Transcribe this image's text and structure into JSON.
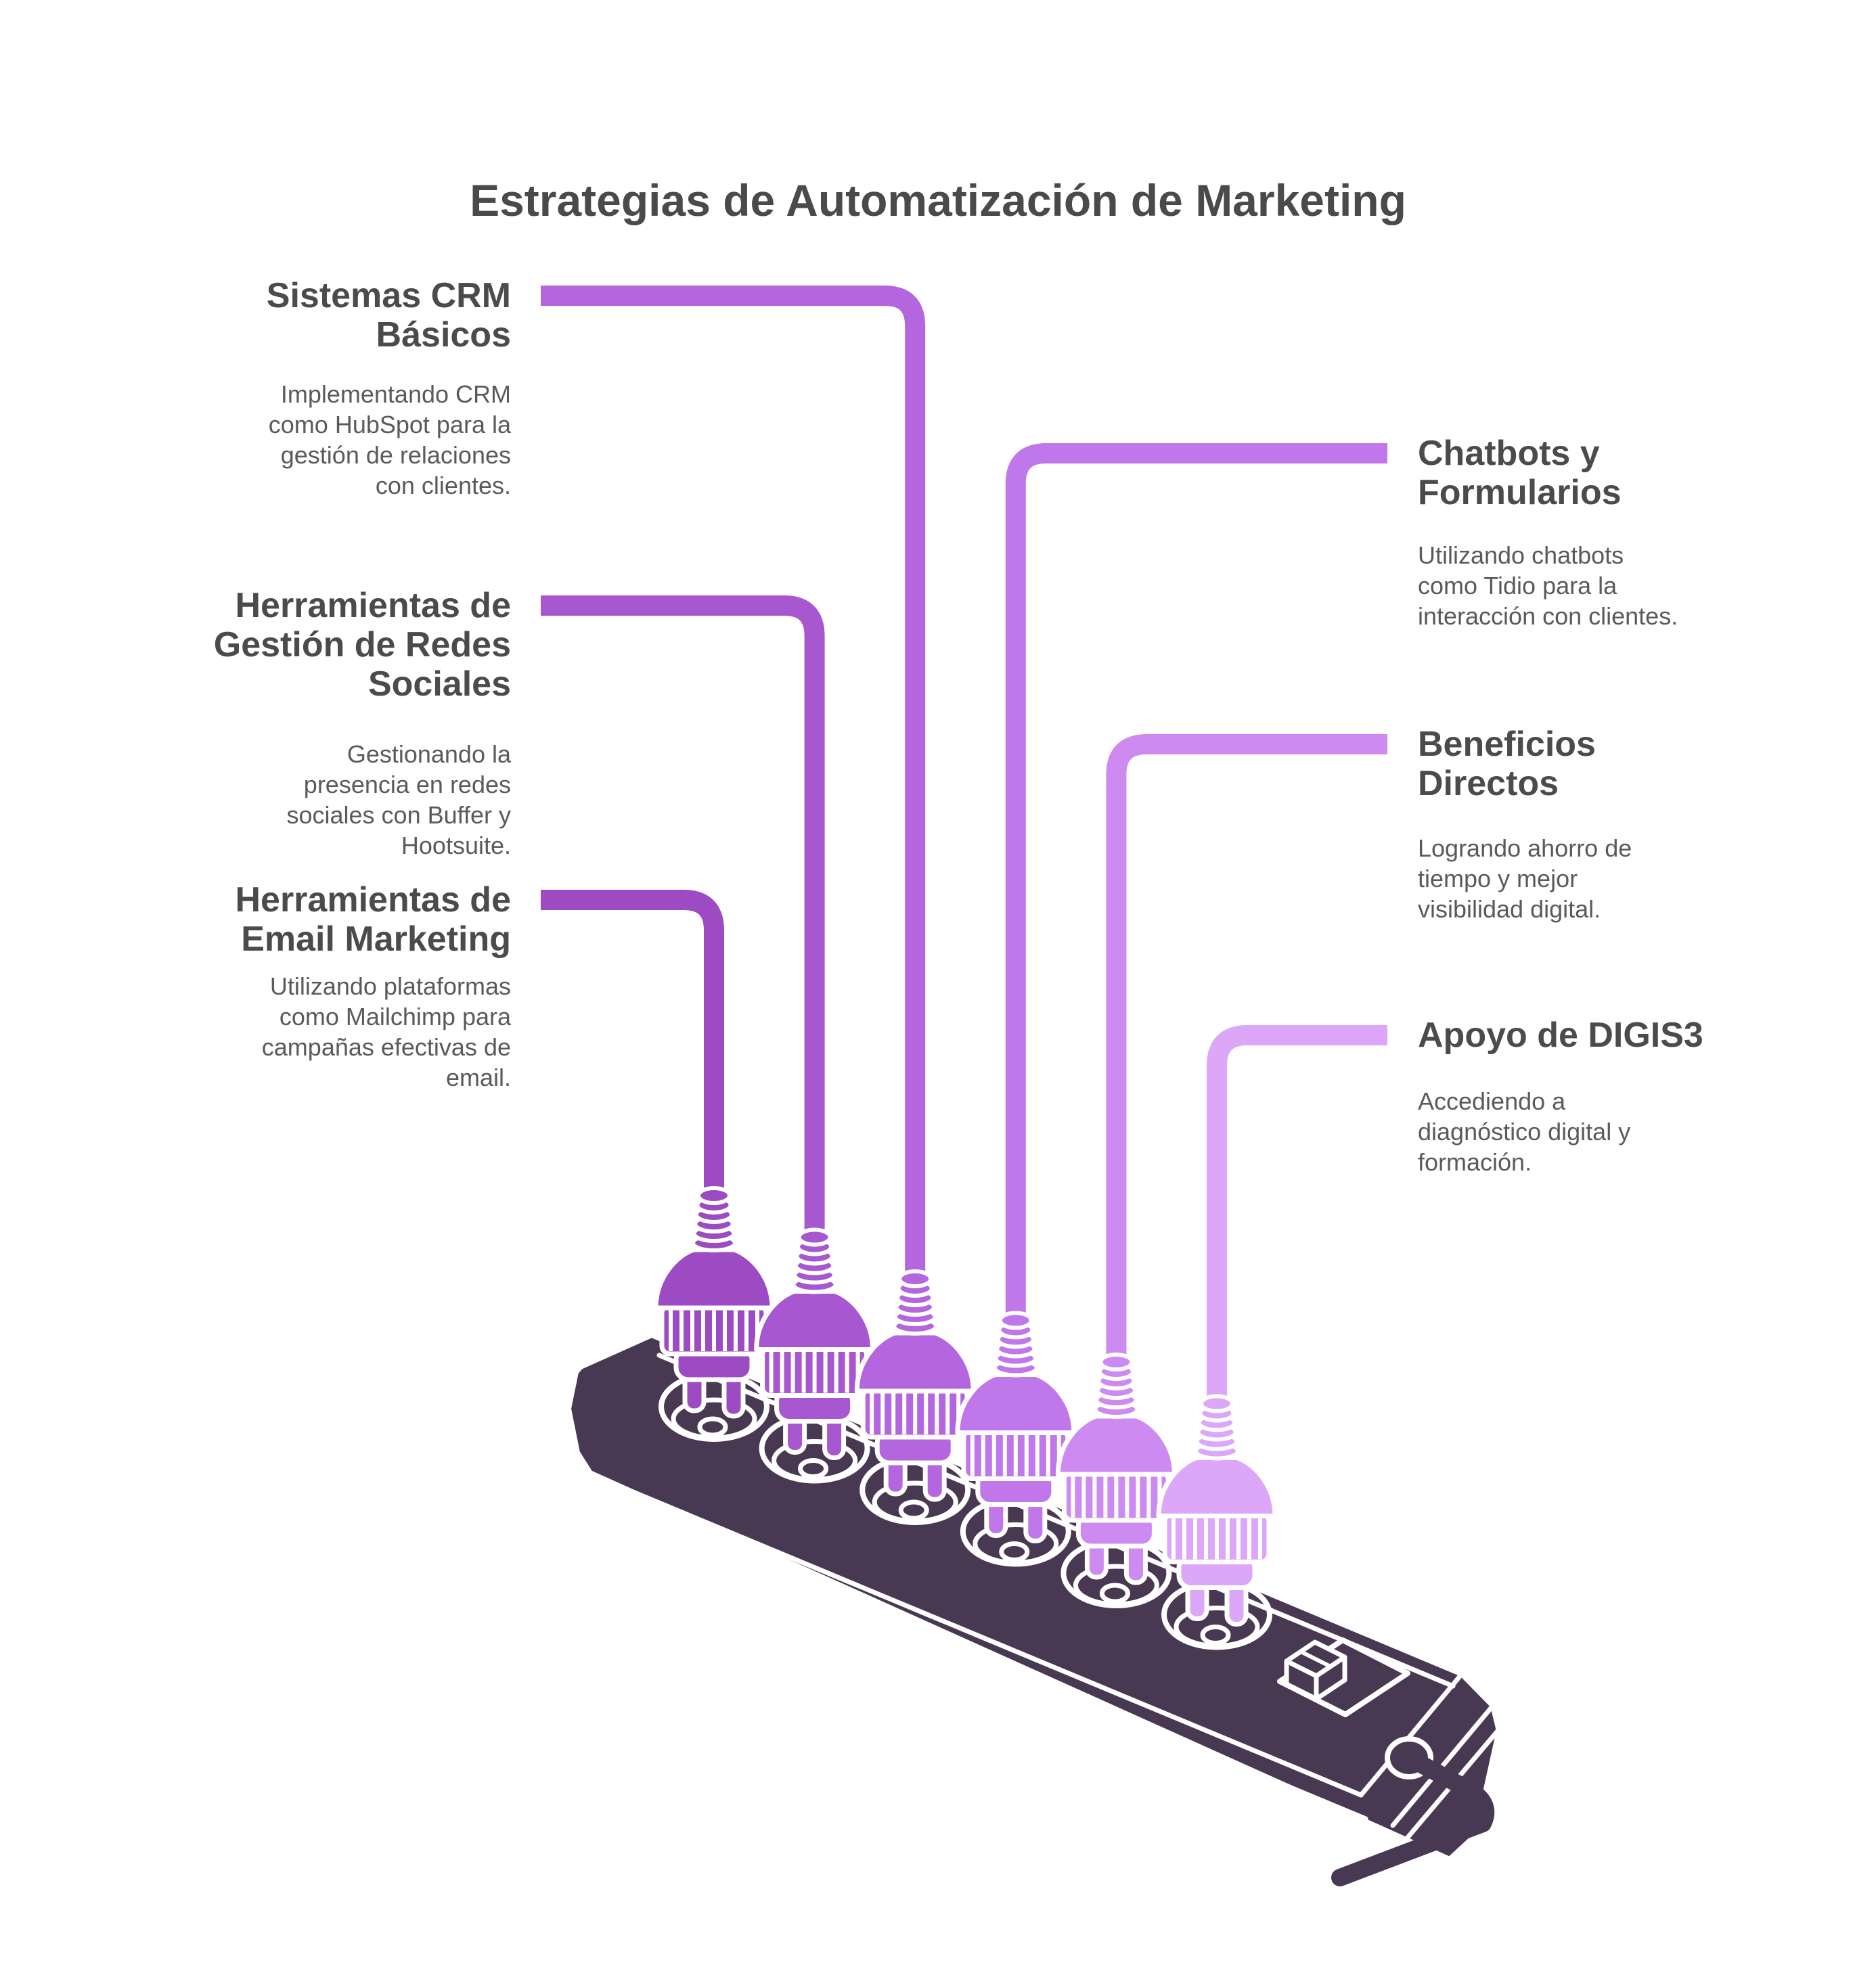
{
  "title": "Estrategias de Automatización de Marketing",
  "colors": {
    "background": "#ffffff",
    "strip": "#483852",
    "outline": "#ffffff",
    "title_text": "#4a4a4a",
    "heading_text": "#4b4b4b",
    "body_text": "#5a5a5a"
  },
  "strategies": [
    {
      "id": "crm",
      "title": "Sistemas CRM Básicos",
      "title_lines": [
        "Sistemas CRM",
        "Básicos"
      ],
      "description": "Implementando CRM como HubSpot para la gestión de relaciones con clientes.",
      "description_lines": [
        "Implementando CRM",
        "como HubSpot para la",
        "gestión de relaciones",
        "con clientes."
      ],
      "side": "left",
      "plug": 3,
      "color": "#b366de"
    },
    {
      "id": "redes-sociales",
      "title": "Herramientas de Gestión de Redes Sociales",
      "title_lines": [
        "Herramientas de",
        "Gestión de Redes",
        "Sociales"
      ],
      "description": "Gestionando la presencia en redes sociales con Buffer y Hootsuite.",
      "description_lines": [
        "Gestionando la",
        "presencia en redes",
        "sociales con Buffer y",
        "Hootsuite."
      ],
      "side": "left",
      "plug": 2,
      "color": "#a758d0"
    },
    {
      "id": "email-marketing",
      "title": "Herramientas de Email Marketing",
      "title_lines": [
        "Herramientas de",
        "Email Marketing"
      ],
      "description": "Utilizando plataformas como Mailchimp para campañas efectivas de email.",
      "description_lines": [
        "Utilizando plataformas",
        "como Mailchimp para",
        "campañas efectivas de",
        "email."
      ],
      "side": "left",
      "plug": 1,
      "color": "#9c4bc2"
    },
    {
      "id": "chatbots",
      "title": "Chatbots y Formularios",
      "title_lines": [
        "Chatbots y",
        "Formularios"
      ],
      "description": "Utilizando chatbots como Tidio para la interacción con clientes.",
      "description_lines": [
        "Utilizando chatbots",
        "como Tidio para la",
        "interacción con clientes."
      ],
      "side": "right",
      "plug": 4,
      "color": "#c077e9"
    },
    {
      "id": "beneficios",
      "title": "Beneficios Directos",
      "title_lines": [
        "Beneficios",
        "Directos"
      ],
      "description": "Logrando ahorro de tiempo y mejor visibilidad digital.",
      "description_lines": [
        "Logrando ahorro de",
        "tiempo y mejor",
        "visibilidad digital."
      ],
      "side": "right",
      "plug": 5,
      "color": "#cd8af1"
    },
    {
      "id": "digis3",
      "title": "Apoyo de DIGIS3",
      "title_lines": [
        "Apoyo de DIGIS3"
      ],
      "description": "Accediendo a diagnóstico digital y formación.",
      "description_lines": [
        "Accediendo a",
        "diagnóstico digital y",
        "formación."
      ],
      "side": "right",
      "plug": 6,
      "color": "#dca7f8"
    }
  ]
}
